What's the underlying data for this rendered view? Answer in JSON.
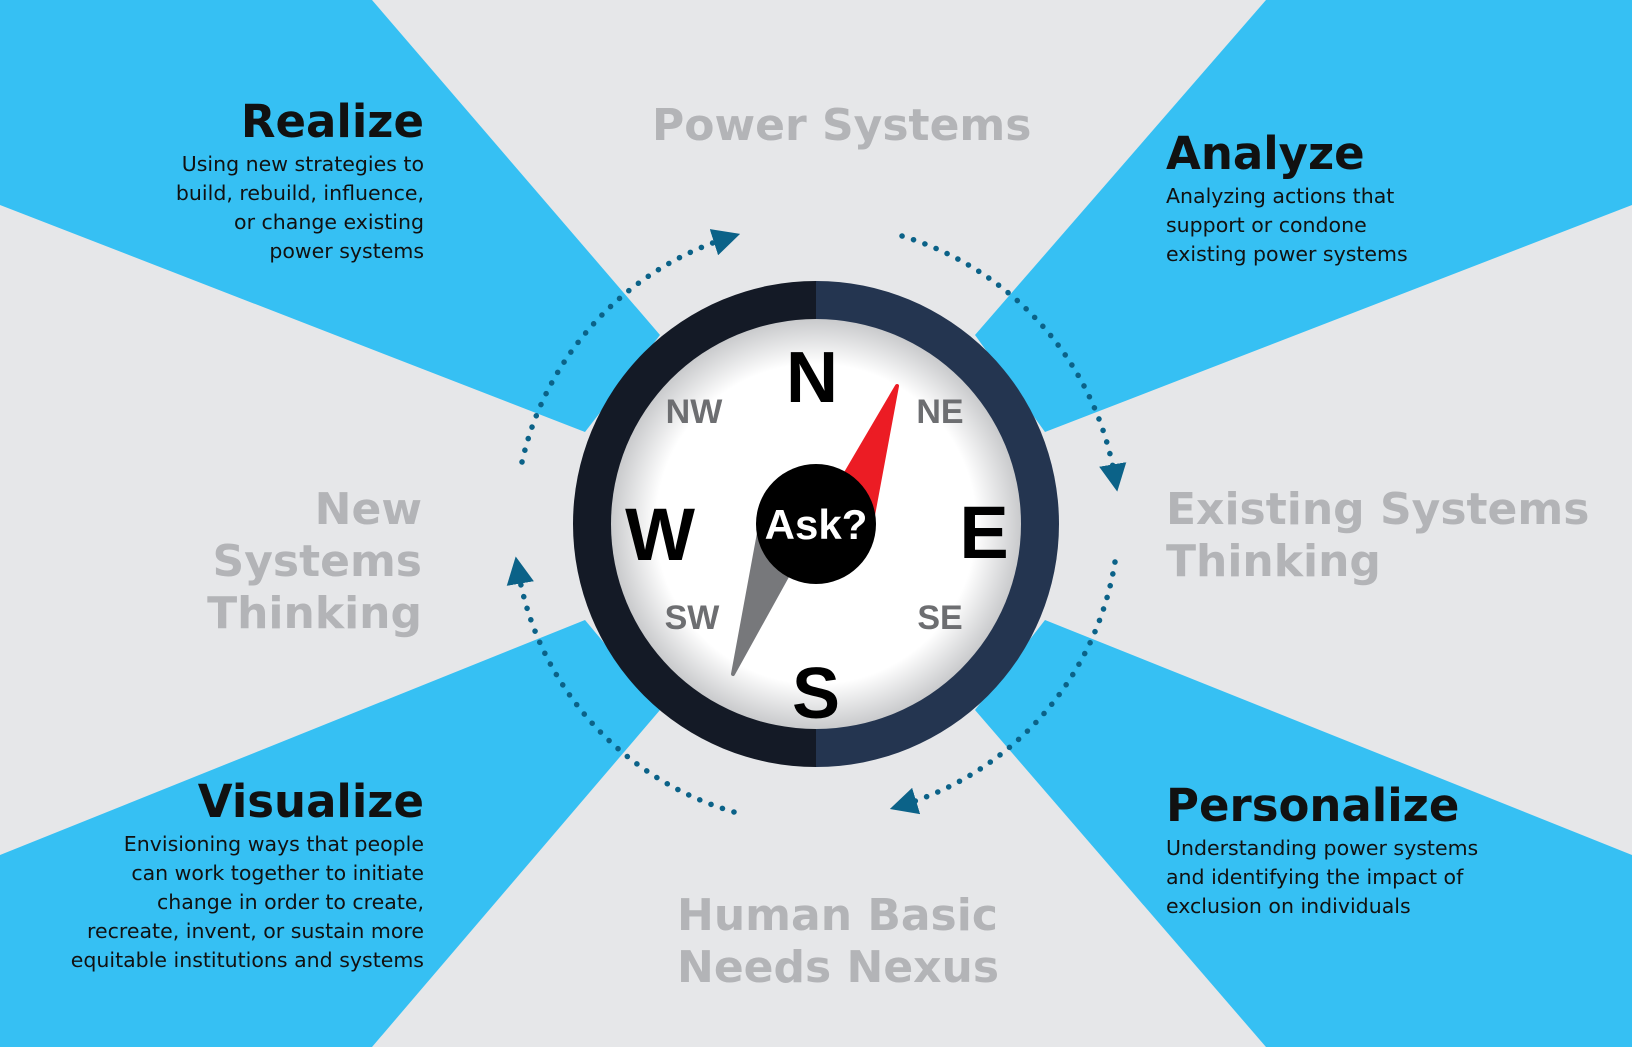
{
  "axes": {
    "north": "Power Systems",
    "east_line1": "Existing Systems",
    "east_line2": "Thinking",
    "west_line1": "New Systems",
    "west_line2": "Thinking",
    "south_line1": "Human Basic",
    "south_line2": "Needs Nexus"
  },
  "quadrants": {
    "realize": {
      "title": "Realize",
      "lines": [
        "Using new strategies to",
        "build, rebuild, influence,",
        "or change existing",
        "power systems"
      ]
    },
    "analyze": {
      "title": "Analyze",
      "lines": [
        "Analyzing actions that",
        "support or condone",
        "existing power systems"
      ]
    },
    "personalize": {
      "title": "Personalize",
      "lines": [
        "Understanding power systems",
        "and identifying the impact of",
        "exclusion on individuals"
      ]
    },
    "visualize": {
      "title": "Visualize",
      "lines": [
        "Envisioning ways that people",
        "can work together to initiate",
        "change in order to create,",
        "recreate, invent, or sustain more",
        "equitable institutions and systems"
      ]
    }
  },
  "compass": {
    "n": "N",
    "s": "S",
    "e": "E",
    "w": "W",
    "ne": "NE",
    "nw": "NW",
    "se": "SE",
    "sw": "SW",
    "center": "Ask?"
  },
  "colors": {
    "background": "#e6e7e9",
    "wedge": "#36c0f3",
    "label_gray": "#b3b4b7",
    "arrow": "#0b6288",
    "needle_north": "#ec1c24",
    "needle_south": "#77787b",
    "ring_left": "#141a26",
    "ring_right": "#243550"
  }
}
